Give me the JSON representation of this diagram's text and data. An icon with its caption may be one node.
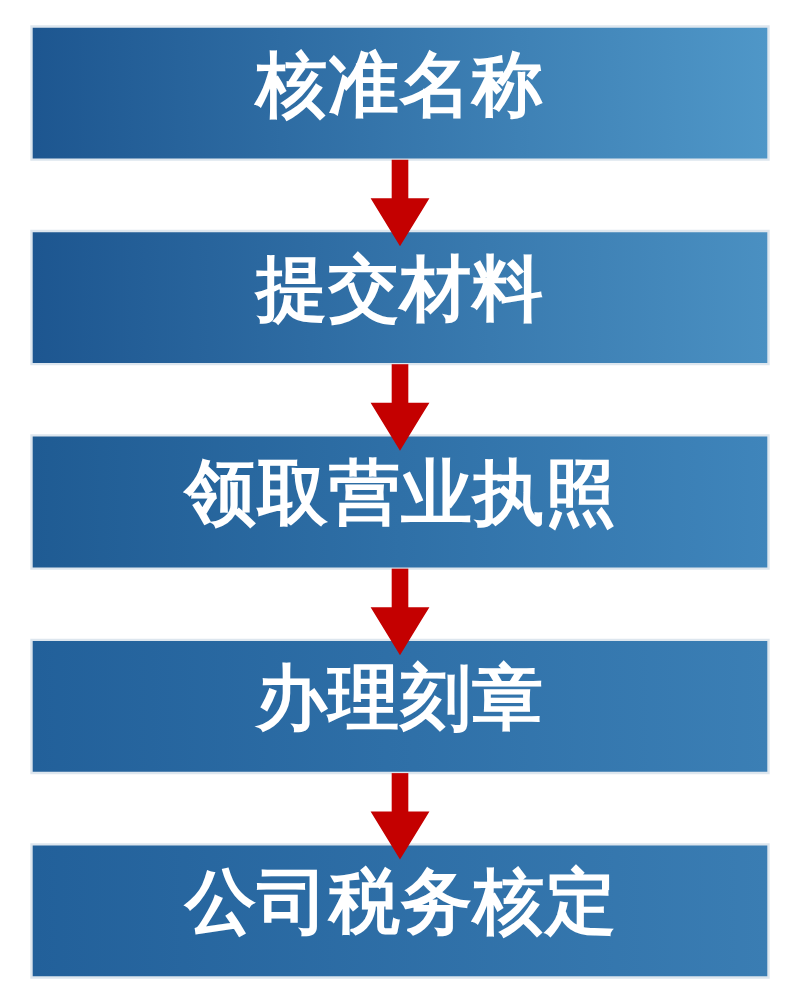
{
  "diagram": {
    "nodes": [
      {
        "text": [
          "核准名称"
        ]
      },
      {
        "text": [
          "提交材料"
        ]
      },
      {
        "text": [
          "领取营业执照"
        ]
      },
      {
        "text": [
          "办理刻章"
        ]
      },
      {
        "text": [
          "公司税务核定"
        ]
      }
    ],
    "edges": [
      {
        "from": 0,
        "to": 1,
        "arrow": "to"
      },
      {
        "from": 1,
        "to": 2,
        "arrow": "to"
      },
      {
        "from": 2,
        "to": 3,
        "arrow": "to"
      },
      {
        "from": 3,
        "to": 4,
        "arrow": "to"
      }
    ]
  }
}
